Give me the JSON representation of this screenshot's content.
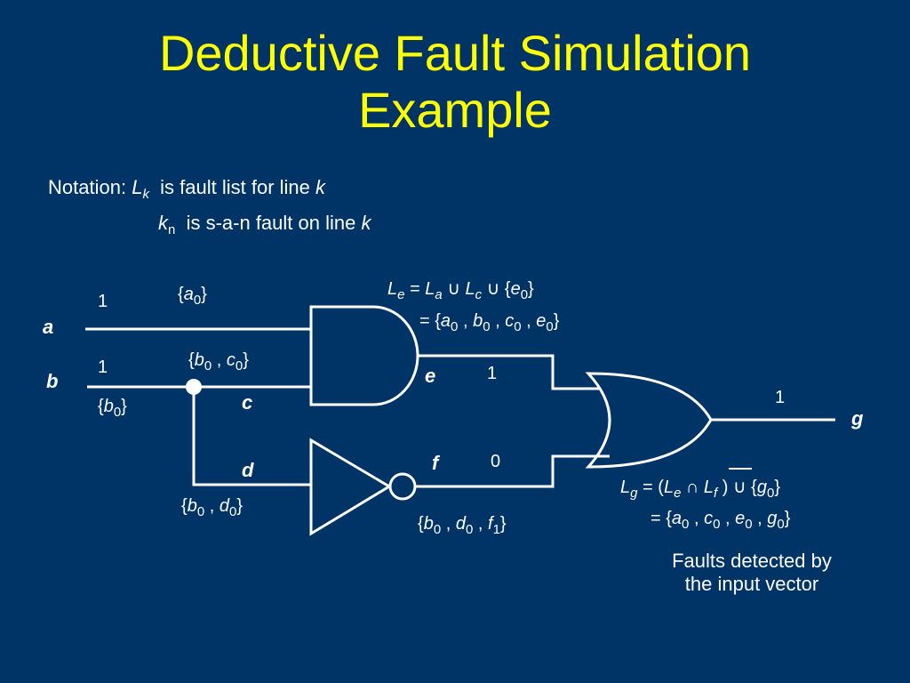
{
  "slide": {
    "title_line1": "Deductive Fault Simulation",
    "title_line2": "Example",
    "colors": {
      "background": "#003366",
      "title": "#ffff00",
      "text": "#ffffff"
    }
  },
  "notation": {
    "prefix": "Notation:",
    "lk_symbol": "L",
    "lk_sub": "k",
    "lk_desc": "is fault list for line",
    "lk_var": "k",
    "kn_symbol": "k",
    "kn_sub": "n",
    "kn_desc": "is s-a-n fault on line",
    "kn_var": "k"
  },
  "lines": {
    "a": {
      "name": "a",
      "value": "1",
      "fault_open": "{",
      "fault_sym": "a",
      "fault_sub": "0",
      "fault_close": "}"
    },
    "b": {
      "name": "b",
      "value": "1",
      "fault_open": "{",
      "fault_sym": "b",
      "fault_sub": "0",
      "fault_close": "}"
    },
    "c": {
      "name": "c",
      "list": {
        "p1": "{",
        "s1": "b",
        "n1": "0",
        "sep": ",",
        "s2": "c",
        "n2": "0",
        "close": "}"
      }
    },
    "d": {
      "name": "d",
      "list": {
        "p1": "{",
        "s1": "b",
        "n1": "0",
        "sep": ",",
        "s2": "d",
        "n2": "0",
        "close": "}"
      }
    },
    "e": {
      "name": "e",
      "value": "1"
    },
    "f": {
      "name": "f",
      "value": "0",
      "list": {
        "p1": "{",
        "s1": "b",
        "n1": "0",
        "sep1": ",",
        "s2": "d",
        "n2": "0",
        "sep2": ",",
        "s3": "f",
        "n3": "1",
        "close": "}"
      }
    },
    "g": {
      "name": "g",
      "value": "1"
    }
  },
  "equations": {
    "le_line1": {
      "L": "L",
      "e": "e",
      "eq": "=",
      "L2": "L",
      "a": "a",
      "u1": "∪",
      "L3": "L",
      "c": "c",
      "u2": "∪ {",
      "e0": "e",
      "e0n": "0",
      "close": "}"
    },
    "le_line2": {
      "eq": "= {",
      "a": "a",
      "an": "0",
      "c1": ",",
      "b": "b",
      "bn": "0",
      "c2": ",",
      "c": "c",
      "cn": "0",
      "c3": ",",
      "e": "e",
      "en": "0",
      "close": "}"
    },
    "lg_line1": {
      "L": "L",
      "g": "g",
      "eq": "= (",
      "L2": "L",
      "e": "e",
      "cap": "∩",
      "L3": "L",
      "f": "f",
      "rest": ") ∪ {",
      "g0": "g",
      "g0n": "0",
      "close": "}"
    },
    "lg_line2": {
      "eq": "= {",
      "a": "a",
      "an": "0",
      "c1": ",",
      "c": "c",
      "cn": "0",
      "c2": ",",
      "e": "e",
      "en": "0",
      "c3": ",",
      "g": "g",
      "gn": "0",
      "close": "}"
    }
  },
  "note": {
    "line1": "Faults detected by",
    "line2": "the input vector"
  }
}
